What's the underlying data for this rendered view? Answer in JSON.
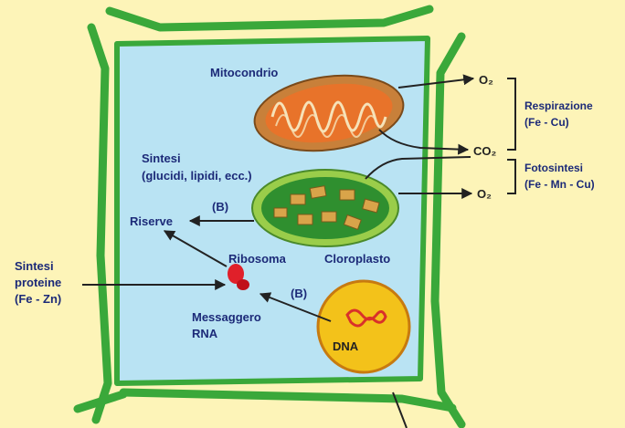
{
  "labels": {
    "mitocondrio": "Mitocondrio",
    "sintesi_1": "Sintesi",
    "sintesi_2": "(glucidi, lipidi, ecc.)",
    "b_upper": "(B)",
    "riserve": "Riserve",
    "ribosoma": "Ribosoma",
    "cloroplasto": "Cloroplasto",
    "sintesi_proteine_1": "Sintesi",
    "sintesi_proteine_2": "proteine",
    "sintesi_proteine_3": "(Fe - Zn)",
    "b_lower": "(B)",
    "messaggero_1": "Messaggero",
    "messaggero_2": "RNA",
    "dna": "DNA",
    "o2_top": "O₂",
    "co2": "CO₂",
    "o2_bottom": "O₂",
    "respirazione_1": "Respirazione",
    "respirazione_2": "(Fe - Cu)",
    "fotosintesi_1": "Fotosintesi",
    "fotosintesi_2": "(Fe - Mn - Cu)"
  },
  "colors": {
    "background": "#fdf4b8",
    "cell_wall": "#3aa83a",
    "cytoplasm": "#b9e3f3",
    "mitochondrion_outer": "#c8803a",
    "mitochondrion_inner": "#e8732a",
    "chloroplast_outer": "#9acd4a",
    "chloroplast_inner": "#2f8f2f",
    "nucleus": "#f3c21a",
    "ribosome": "#e0202a",
    "text": "#1c2a78"
  }
}
